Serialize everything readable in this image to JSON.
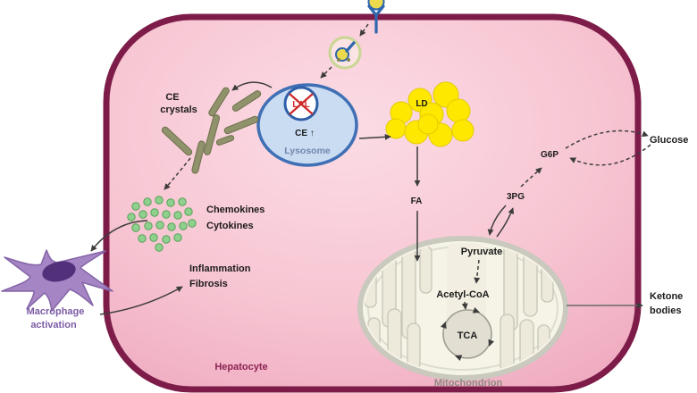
{
  "colors": {
    "cell_border": "#7d1c48",
    "cell_fill_inner": "#fbdce5",
    "cell_fill_mid": "#f7c6d3",
    "cell_fill_outer": "#efa9bf",
    "lysosome_fill": "#c9dcf2",
    "lysosome_border": "#3f6fb4",
    "lysosome_text": "#7186ad",
    "lal_red": "#cf2727",
    "ld_yellow": "#ffe800",
    "crystal_olive": "#8f926b",
    "chemokine_green": "#8fd08f",
    "macrophage_purple": "#a685c4",
    "macrophage_nucleus": "#53317a",
    "macrophage_text": "#7b5ba5",
    "mito_fill": "#f6f3e7",
    "mito_border": "#c9c9be",
    "mito_text": "#8b8b80",
    "receptor_blue": "#2f66ae",
    "endosome_ring": "#c9d693",
    "hepatocyte_text": "#8b2252"
  },
  "diagram": {
    "hepatocyte_label": "Hepatocyte",
    "lysosome": {
      "enzyme": "LAL",
      "content": "CE ↑",
      "label": "Lysosome"
    },
    "ce_crystals": {
      "line1": "CE",
      "line2": "crystals"
    },
    "signals": {
      "chemokines": "Chemokines",
      "cytokines": "Cytokines"
    },
    "outcomes": {
      "inflammation": "Inflammation",
      "fibrosis": "Fibrosis"
    },
    "macrophage": {
      "line1": "Macrophage",
      "line2": "activation"
    },
    "lipid_droplet": "LD",
    "fa": "FA",
    "metabolism": {
      "pyruvate": "Pyruvate",
      "acetyl_coa": "Acetyl-CoA",
      "tca": "TCA",
      "pg3": "3PG",
      "g6p": "G6P",
      "glucose": "Glucose"
    },
    "mitochondrion_label": "Mitochondrion",
    "ketone": {
      "line1": "Ketone",
      "line2": "bodies"
    }
  }
}
